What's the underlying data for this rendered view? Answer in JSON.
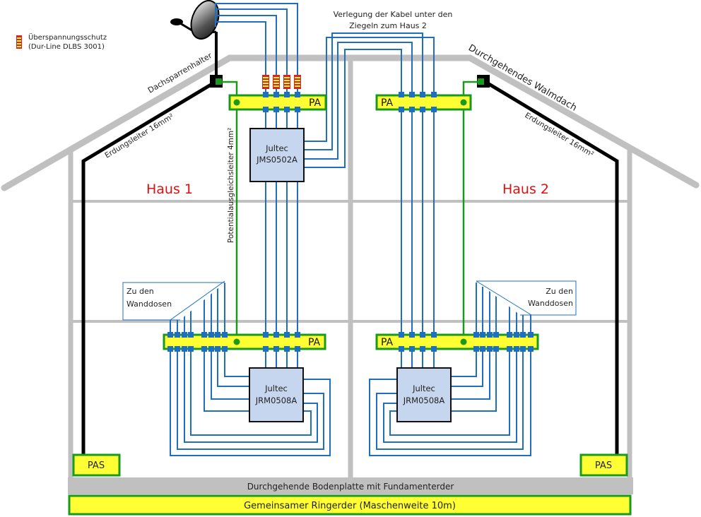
{
  "legend": {
    "surge_protection_line1": "Überspannungsschutz",
    "surge_protection_line2": "(Dur-Line DLBS 3001)"
  },
  "labels": {
    "rafter_holder": "Dachsparrenhalter",
    "cable_routing_line1": "Verlegung der Kabel unter den",
    "cable_routing_line2": "Ziegeln zum Haus 2",
    "hip_roof": "Durchgehendes Walmdach",
    "earth_conductor_left": "Erdungsleiter 16mm²",
    "earth_conductor_right": "Erdungsleiter 16mm²",
    "equipotential_conductor": "Potentialausgleichsleiter 4mm²",
    "house1": "Haus 1",
    "house2": "Haus 2",
    "to_wall_sockets_left_line1": "Zu den",
    "to_wall_sockets_left_line2": "Wanddosen",
    "to_wall_sockets_right_line1": "Zu den",
    "to_wall_sockets_right_line2": "Wanddosen",
    "foundation": "Durchgehende Bodenplatte mit Fundamenterder",
    "ring_earth": "Gemeinsamer Ringerder (Maschenweite 10m)"
  },
  "bars": {
    "pa_top_left": "PA",
    "pa_top_right": "PA",
    "pa_mid_left": "PA",
    "pa_mid_right": "PA",
    "pas_left": "PAS",
    "pas_right": "PAS"
  },
  "devices": {
    "multiswitch": {
      "brand": "Jultec",
      "model": "JMS0502A"
    },
    "receiver_left": {
      "brand": "Jultec",
      "model": "JRM0508A"
    },
    "receiver_right": {
      "brand": "Jultec",
      "model": "JRM0508A"
    }
  },
  "colors": {
    "cable": "#1f6fc0",
    "ground": "#1a9a1a",
    "bar_fill": "#ffff33",
    "wall": "#c0c0c0",
    "device_fill": "#c5d6ee",
    "house_label": "#e01010"
  }
}
